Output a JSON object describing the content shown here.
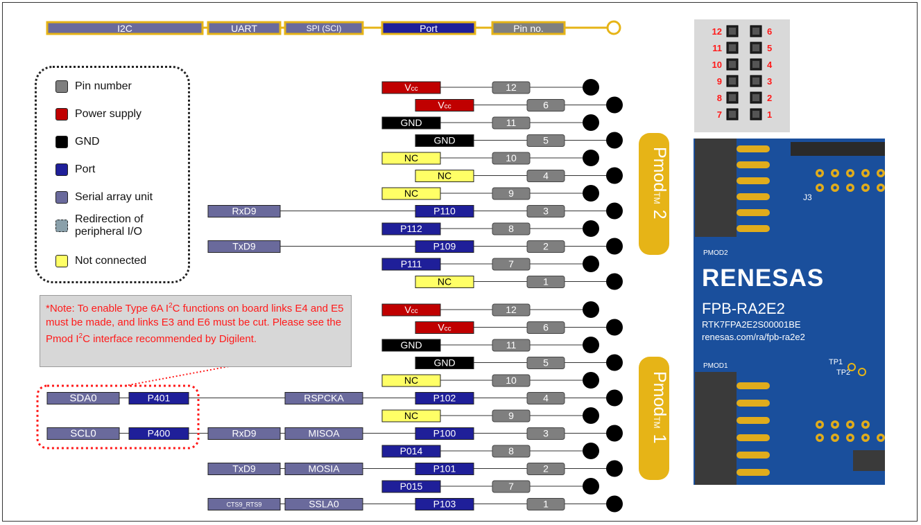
{
  "header": {
    "segments": [
      "I2C",
      "UART",
      "SPI (SCI)",
      "Port",
      "Pin no."
    ]
  },
  "legend": {
    "items": [
      {
        "label": "Pin number",
        "color": "#7f7f7f"
      },
      {
        "label": "Power supply",
        "color": "#c00000"
      },
      {
        "label": "GND",
        "color": "#000000"
      },
      {
        "label": "Port",
        "color": "#1f1f99"
      },
      {
        "label": "Serial array unit",
        "color": "#6a6a9c"
      },
      {
        "label": "Redirection of",
        "label2": "peripheral I/O",
        "color": "#8aa0aa"
      },
      {
        "label": "Not connected",
        "color": "#ffff66"
      }
    ]
  },
  "note": {
    "text1": "*Note: To enable Type 6A I",
    "sup1": "2",
    "text2": "C functions on board links E4 and E5 must be made, and links E3 and E6 must be cut. Please see the Pmod I",
    "sup2": "2",
    "text3": "C interface recommended by Digilent."
  },
  "pmod2": {
    "title": "Pmod",
    "tm": "TM",
    "num": "2",
    "rows": [
      {
        "port": "Vcc",
        "pin": "12"
      },
      {
        "port": "Vcc",
        "pin": "6"
      },
      {
        "port": "GND",
        "pin": "11"
      },
      {
        "port": "GND",
        "pin": "5"
      },
      {
        "port": "NC",
        "pin": "10"
      },
      {
        "port": "NC",
        "pin": "4"
      },
      {
        "port": "NC",
        "pin": "9"
      },
      {
        "port": "P110",
        "pin": "3",
        "uart": "RxD9"
      },
      {
        "port": "P112",
        "pin": "8"
      },
      {
        "port": "P109",
        "pin": "2",
        "uart": "TxD9"
      },
      {
        "port": "P111",
        "pin": "7"
      },
      {
        "port": "NC",
        "pin": "1"
      }
    ]
  },
  "pmod1": {
    "title": "Pmod",
    "tm": "TM",
    "num": "1",
    "rows": [
      {
        "port": "Vcc",
        "pin": "12"
      },
      {
        "port": "Vcc",
        "pin": "6"
      },
      {
        "port": "GND",
        "pin": "11"
      },
      {
        "port": "GND",
        "pin": "5"
      },
      {
        "port": "NC",
        "pin": "10"
      },
      {
        "port": "P102",
        "pin": "4",
        "spi": "RSPCKA",
        "i2c": "SDA0",
        "i2cport": "P401"
      },
      {
        "port": "NC",
        "pin": "9"
      },
      {
        "port": "P100",
        "pin": "3",
        "spi": "MISOA",
        "uart": "RxD9",
        "i2c": "SCL0",
        "i2cport": "P400"
      },
      {
        "port": "P014",
        "pin": "8"
      },
      {
        "port": "P101",
        "pin": "2",
        "spi": "MOSIA",
        "uart": "TxD9"
      },
      {
        "port": "P015",
        "pin": "7"
      },
      {
        "port": "P103",
        "pin": "1",
        "spi": "SSLA0",
        "uart": "CTS9_RTS9"
      }
    ]
  },
  "header_pinout": {
    "rows": [
      [
        "12",
        "6"
      ],
      [
        "11",
        "5"
      ],
      [
        "10",
        "4"
      ],
      [
        "9",
        "3"
      ],
      [
        "8",
        "2"
      ],
      [
        "7",
        "1"
      ]
    ]
  },
  "board": {
    "brand": "RENESAS",
    "model": "FPB-RA2E2",
    "part": "RTK7FPA2E2S00001BE",
    "url": "renesas.com/ra/fpb-ra2e2",
    "label_pmod2": "PMOD2",
    "label_pmod1": "PMOD1",
    "label_j3": "J3",
    "label_tp1": "TP1",
    "label_tp2": "TP2"
  },
  "colors": {
    "gold": "#e6b417",
    "pin": "#7f7f7f",
    "power": "#c00000",
    "gnd": "#000000",
    "port": "#1f1f99",
    "serial": "#6a6a9c",
    "nc": "#ffff66",
    "board": "#1a4f9c",
    "note_text": "#ff1a1a"
  }
}
